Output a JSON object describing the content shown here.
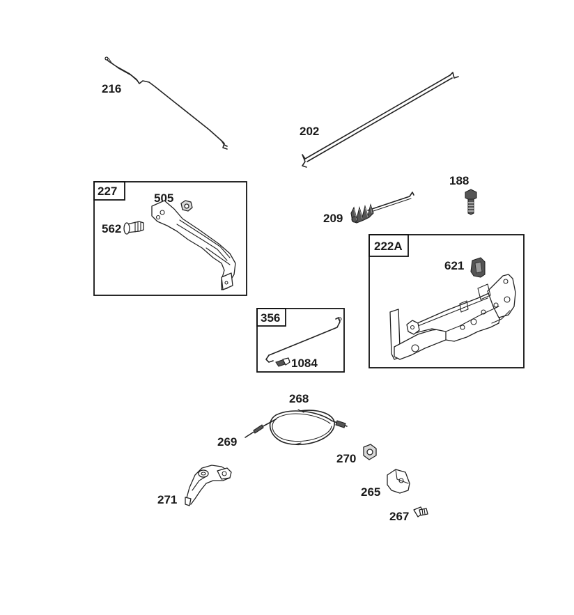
{
  "callouts": {
    "p216": "216",
    "p202": "202",
    "p227": "227",
    "p505": "505",
    "p562": "562",
    "p188": "188",
    "p209": "209",
    "p222a": "222A",
    "p621": "621",
    "p356": "356",
    "p1084": "1084",
    "p268": "268",
    "p269": "269",
    "p270": "270",
    "p271": "271",
    "p265": "265",
    "p267": "267"
  }
}
